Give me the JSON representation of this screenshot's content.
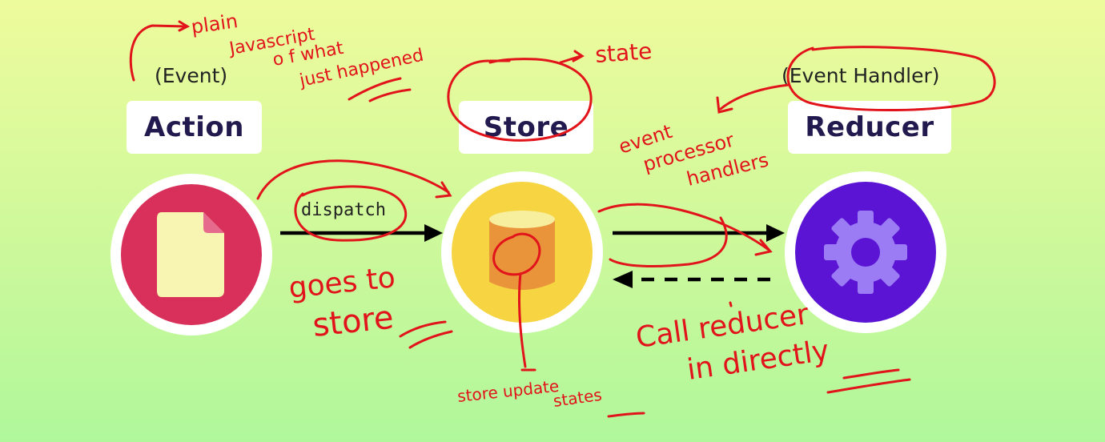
{
  "nodes": [
    {
      "id": "action",
      "title": "Action",
      "subtitle": "(Event)",
      "color": "#d8305a",
      "icon": "file-icon"
    },
    {
      "id": "store",
      "title": "Store",
      "subtitle": "",
      "color": "#f6d442",
      "icon": "database-icon"
    },
    {
      "id": "reducer",
      "title": "Reducer",
      "subtitle": "(Event Handler)",
      "color": "#5b14d3",
      "icon": "gear-icon"
    }
  ],
  "edges": [
    {
      "from": "action",
      "to": "store",
      "label": "dispatch",
      "style": "solid"
    },
    {
      "from": "store",
      "to": "reducer",
      "label": "",
      "style": "solid"
    },
    {
      "from": "reducer",
      "to": "store",
      "label": "",
      "style": "dashed"
    }
  ],
  "annotations": {
    "plain": "plain",
    "javascript": "Javascript",
    "of_what": "o f what",
    "just_happened": "just happened",
    "state": "state",
    "event": "event",
    "processor": "processor",
    "handlers": "handlers",
    "goes_to": "goes to",
    "store": "store",
    "store_update": "store update",
    "states": "states",
    "call_reducer": "Call reducer",
    "in_directly": "in directly"
  },
  "colors": {
    "annotation": "#e2141b",
    "arrow": "#000000",
    "title_text": "#221a4e"
  }
}
